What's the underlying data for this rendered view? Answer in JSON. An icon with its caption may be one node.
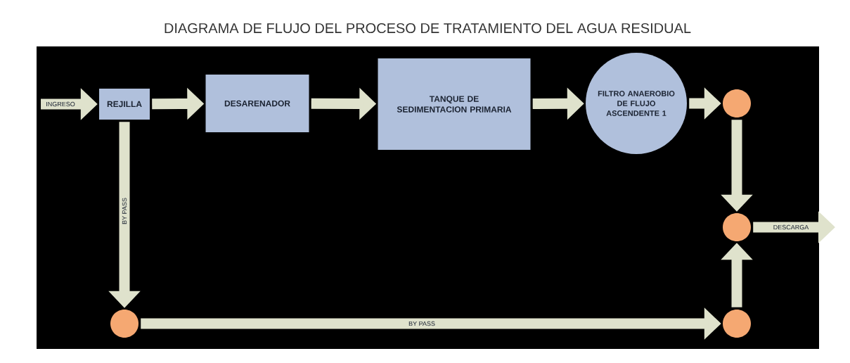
{
  "diagram": {
    "title": "DIAGRAMA DE FLUJO DEL PROCESO DE TRATAMIENTO DEL AGUA RESIDUAL",
    "nodes": [
      {
        "text": [
          "REJILLA"
        ]
      },
      {
        "text": [
          "DESARENADOR"
        ]
      },
      {
        "text": [
          "TANQUE DE SEDIMENTACION PRIMARIA"
        ]
      },
      {
        "text": [
          "FILTRO ANAEROBIO DE FLUJO ASCENDENTE 1"
        ]
      },
      {
        "text": [],
        "shape": "circle"
      },
      {
        "text": [],
        "shape": "circle"
      },
      {
        "text": [],
        "shape": "circle"
      },
      {
        "text": [],
        "shape": "circle"
      }
    ],
    "edges": [
      {
        "from": null,
        "to": 0,
        "arrow": "to",
        "label": "INGRESO"
      },
      {
        "from": 0,
        "to": 1,
        "arrow": "to"
      },
      {
        "from": 1,
        "to": 2,
        "arrow": "to"
      },
      {
        "from": 2,
        "to": 3,
        "arrow": "to"
      },
      {
        "from": 3,
        "to": 4,
        "arrow": "to"
      },
      {
        "from": 4,
        "to": 5,
        "arrow": "to"
      },
      {
        "from": 0,
        "to": 6,
        "arrow": "to",
        "label": "BY PASS"
      },
      {
        "from": 6,
        "to": 7,
        "arrow": "to",
        "label": "BY PASS"
      },
      {
        "from": 7,
        "to": 5,
        "arrow": "to"
      },
      {
        "from": 5,
        "to": null,
        "arrow": "to",
        "label": "DESCARGA"
      }
    ]
  }
}
